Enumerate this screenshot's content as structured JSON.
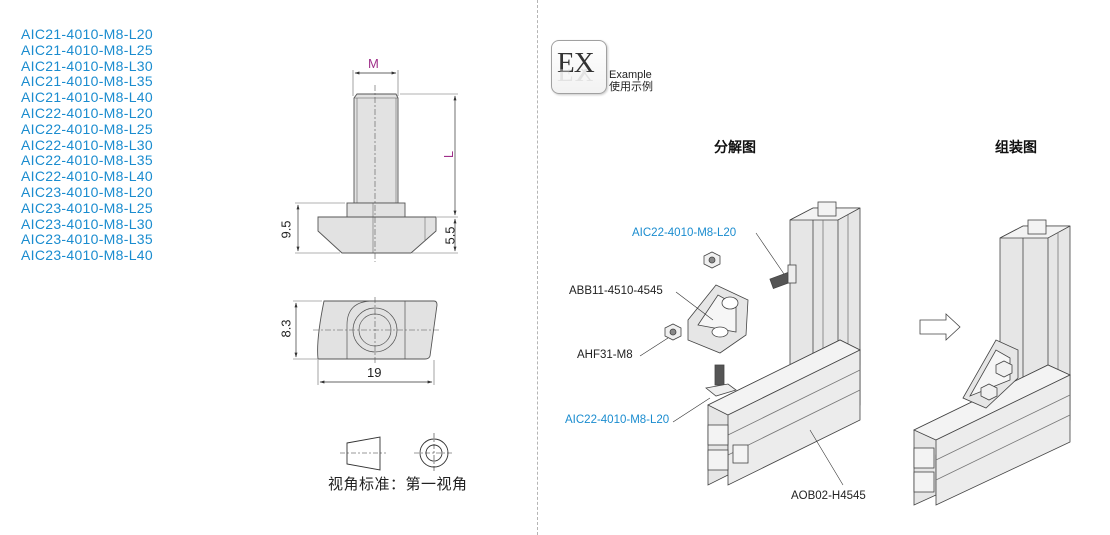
{
  "part_numbers": [
    "AIC21-4010-M8-L20",
    "AIC21-4010-M8-L25",
    "AIC21-4010-M8-L30",
    "AIC21-4010-M8-L35",
    "AIC21-4010-M8-L40",
    "AIC22-4010-M8-L20",
    "AIC22-4010-M8-L25",
    "AIC22-4010-M8-L30",
    "AIC22-4010-M8-L35",
    "AIC22-4010-M8-L40",
    "AIC23-4010-M8-L20",
    "AIC23-4010-M8-L25",
    "AIC23-4010-M8-L30",
    "AIC23-4010-M8-L35",
    "AIC23-4010-M8-L40"
  ],
  "drawing": {
    "dim_M": "M",
    "dim_L": "L",
    "dim_height": "9.5",
    "dim_head": "5.5",
    "dim_width": "8.3",
    "dim_length": "19",
    "projection_label": "视角标准：第一视角"
  },
  "example": {
    "badge": "EX",
    "label_en": "Example",
    "label_zh": "使用示例"
  },
  "exploded": {
    "title": "分解图",
    "callouts": {
      "bolt_top": "AIC22-4010-M8-L20",
      "bracket": "ABB11-4510-4545",
      "nut": "AHF31-M8",
      "bolt_bottom": "AIC22-4010-M8-L20",
      "profile": "AOB02-H4545"
    }
  },
  "assembled": {
    "title": "组装图"
  },
  "colors": {
    "part_blue": "#1a8ccf",
    "dim_magenta": "#a0308a",
    "metal_fill": "#e4e4e4",
    "line": "#444444"
  }
}
